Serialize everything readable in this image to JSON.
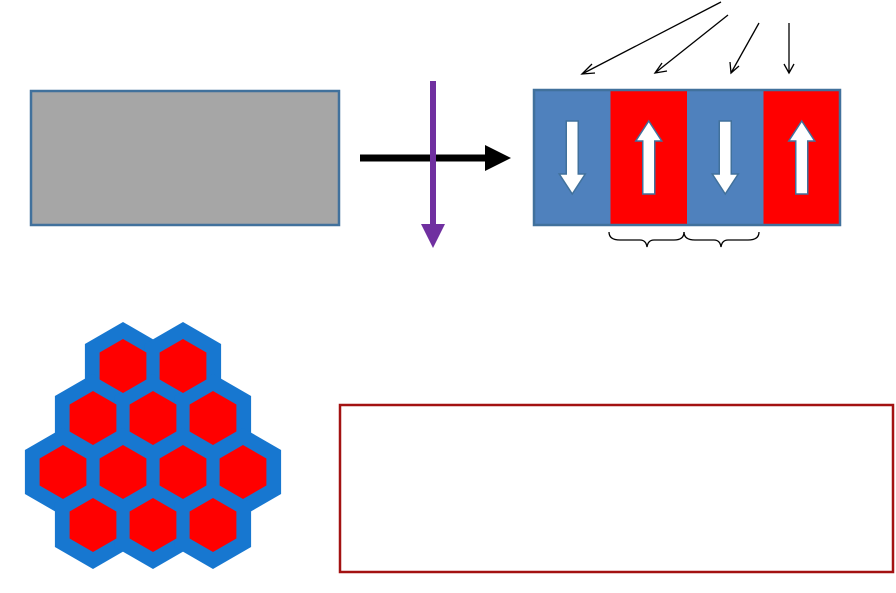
{
  "colors": {
    "gray_block_fill": "#a6a6a6",
    "block_border": "#41719c",
    "domain_blue": "#4f81bd",
    "domain_red": "#ff0000",
    "hex_border": "#1777d0",
    "process_arrow": "#000000",
    "perpendicular_arrow": "#7030a0",
    "text_box_border": "#a31212",
    "spin_arrow_fill": "#ffffff",
    "spin_arrow_outline": "#41719c"
  },
  "domains": [
    {
      "color": "blue",
      "spin": "down"
    },
    {
      "color": "red",
      "spin": "up"
    },
    {
      "color": "blue",
      "spin": "down"
    },
    {
      "color": "red",
      "spin": "up"
    }
  ],
  "hexagon_rows": [
    2,
    3,
    4,
    3
  ],
  "icons": {
    "process_arrow": "right-arrow-icon",
    "perpendicular_arrow": "down-arrow-icon",
    "spin_down": "down-arrow-icon",
    "spin_up": "up-arrow-icon",
    "brace": "curly-brace-icon"
  }
}
